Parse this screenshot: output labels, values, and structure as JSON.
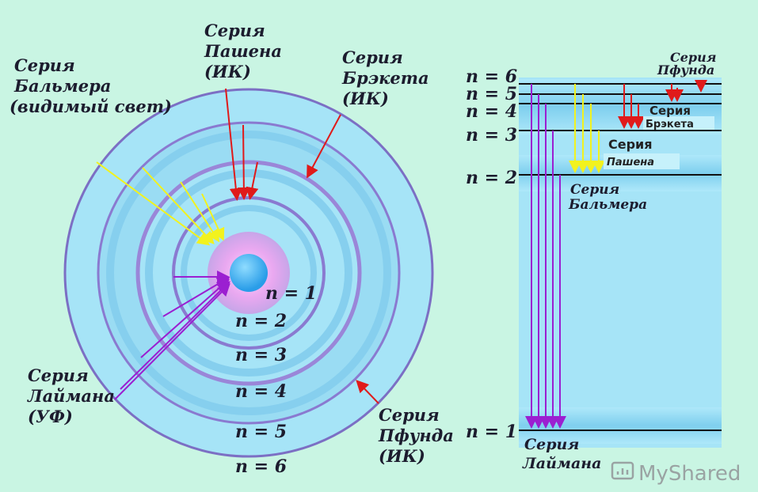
{
  "atom": {
    "series": {
      "balmer": [
        "Серия",
        "Бальмера",
        "(видимый свет)"
      ],
      "paschen": [
        "Серия",
        "Пашена",
        "(ИК)"
      ],
      "brackett": [
        "Серия",
        "Брэкета",
        "(ИК)"
      ],
      "lyman": [
        "Серия",
        "Лаймана",
        "(УФ)"
      ],
      "pfund": [
        "Серия",
        "Пфунда",
        "(ИК)"
      ]
    },
    "levels": [
      "n = 1",
      "n = 2",
      "n = 3",
      "n = 4",
      "n = 5",
      "n = 6"
    ]
  },
  "energy": {
    "levels": [
      "n = 6",
      "n = 5",
      "n = 4",
      "n = 3",
      "n = 2",
      "n = 1"
    ],
    "series": {
      "pfund": [
        "Серия",
        "Пфунда"
      ],
      "brackett": [
        "Серия",
        "Брэкета"
      ],
      "paschen": [
        "Серия",
        "Пашена"
      ],
      "balmer": [
        "Серия",
        "Бальмера"
      ],
      "lyman": [
        "Серия",
        "Лаймана"
      ]
    }
  },
  "watermark": "MyShared",
  "colors": {
    "background": "#c9f5e3",
    "lyman": "#9b1fd1",
    "balmer": "#f2f21e",
    "paschen": "#e01a1a",
    "brackett": "#e01a1a",
    "pfund": "#e01a1a",
    "level_band": "#a6e4f7"
  }
}
